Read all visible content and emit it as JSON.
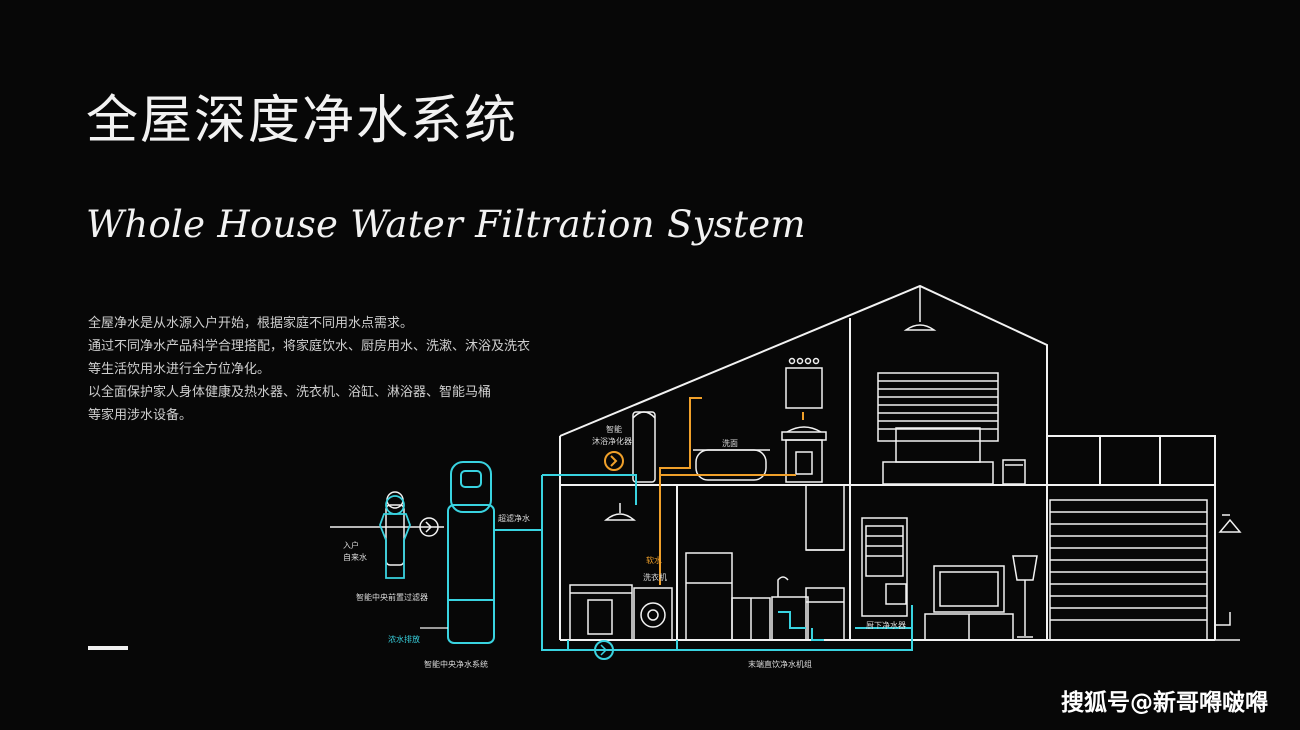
{
  "title_cn": "全屋深度净水系统",
  "title_en": "Whole House Water Filtration System",
  "description": [
    "全屋净水是从水源入户开始，根据家庭不同用水点需求。",
    "通过不同净水产品科学合理搭配，将家庭饮水、厨房用水、洗漱、沐浴及洗衣",
    "等生活饮用水进行全方位净化。",
    "以全面保护家人身体健康及热水器、洗衣机、浴缸、淋浴器、智能马桶",
    "等家用涉水设备。"
  ],
  "labels": {
    "inlet": [
      "入户",
      "自来水"
    ],
    "pre_filter": "智能中央前置过滤器",
    "central_purifier": "智能中央净水系统",
    "softener_right": "超滤净水",
    "drain": "浓水排放",
    "bath_shower": [
      "智能",
      "沐浴净化器"
    ],
    "washbasin": "洗面",
    "washer": [
      "软水",
      "洗衣机"
    ],
    "kitchen_under": "厨下净水器",
    "drinking": "末端直饮净水机组"
  },
  "colors": {
    "background": "#070707",
    "line": "#f2f2f2",
    "cyan": "#39d3e0",
    "orange": "#f0a02a"
  },
  "watermark": "搜狐号@新哥嘚啵嘚"
}
